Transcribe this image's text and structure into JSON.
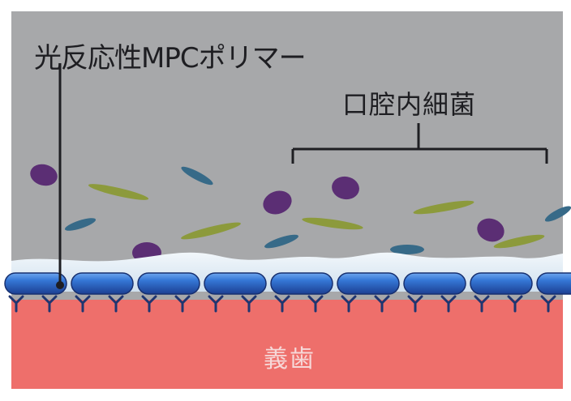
{
  "labels": {
    "polymer": "光反応性MPCポリマー",
    "bacteria": "口腔内細菌",
    "denture": "義歯"
  },
  "colors": {
    "background": "#a7a8aa",
    "saliva_film": "#e2edf5",
    "polymer_capsule": "#2a64c4",
    "polymer_anchor": "#1f3570",
    "denture": "#ee6f6b",
    "bacteria_purple": "#5b2e74",
    "bacteria_olive": "#8c9a3c",
    "bacteria_teal": "#376a88"
  },
  "icons": [
    "round-bacterium-icon",
    "rod-bacterium-icon",
    "spindle-bacterium-icon"
  ]
}
